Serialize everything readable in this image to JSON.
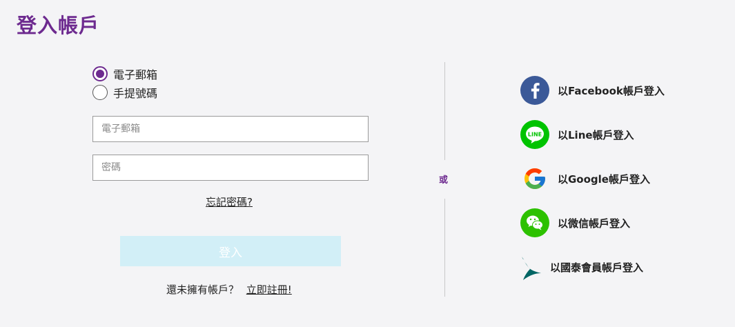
{
  "page": {
    "title": "登入帳戶"
  },
  "login_type": {
    "options": [
      {
        "label": "電子郵箱",
        "selected": true
      },
      {
        "label": "手提號碼",
        "selected": false
      }
    ]
  },
  "form": {
    "email_placeholder": "電子郵箱",
    "password_placeholder": "密碼",
    "forgot_password": "忘記密碼?",
    "login_button": "登入",
    "no_account_text": "還未擁有帳戶？",
    "register_link": "立即註冊!"
  },
  "divider": {
    "label": "或"
  },
  "social_logins": [
    {
      "label": "以Facebook帳戶登入",
      "icon": "facebook-icon",
      "color": "#3b5998"
    },
    {
      "label": "以Line帳戶登入",
      "icon": "line-icon",
      "color": "#00c300"
    },
    {
      "label": "以Google帳戶登入",
      "icon": "google-icon",
      "color": "#4285f4"
    },
    {
      "label": "以微信帳戶登入",
      "icon": "wechat-icon",
      "color": "#2dc100"
    },
    {
      "label": "以國泰會員帳戶登入",
      "icon": "cathay-icon",
      "color": "#006564"
    }
  ],
  "colors": {
    "accent": "#6d2a8f",
    "button_disabled": "#d2eff7",
    "background": "#f4f4f6"
  }
}
